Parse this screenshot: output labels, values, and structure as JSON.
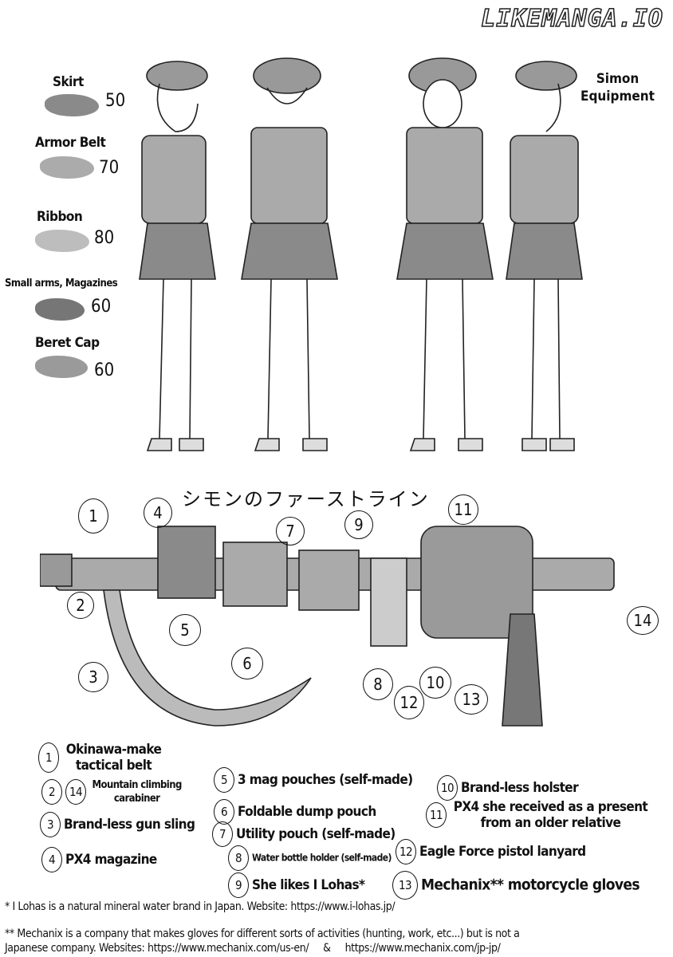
{
  "watermark": "LIKEMANGA.IO",
  "header": {
    "title_line1": "Simon",
    "title_line2": "Equipment"
  },
  "swatches": [
    {
      "label": "Skirt",
      "value": "50",
      "color": "#8a8a8a"
    },
    {
      "label": "Armor Belt",
      "value": "70",
      "color": "#ababab"
    },
    {
      "label": "Ribbon",
      "value": "80",
      "color": "#bdbdbd"
    },
    {
      "label": "Small arms, Magazines",
      "value": "60",
      "color": "#767676"
    },
    {
      "label": "Beret Cap",
      "value": "60",
      "color": "#9a9a9a"
    }
  ],
  "belt_title_jp": "シモンのファーストライン",
  "callouts": [
    "1",
    "2",
    "3",
    "4",
    "5",
    "6",
    "7",
    "8",
    "9",
    "10",
    "11",
    "12",
    "13",
    "14"
  ],
  "legend": [
    {
      "num": "1",
      "text": "Okinawa-make",
      "text2": "tactical belt"
    },
    {
      "num": "2",
      "num2": "14",
      "text": "Mountain climbing",
      "text2": "carabiner"
    },
    {
      "num": "3",
      "text": "Brand-less gun sling"
    },
    {
      "num": "4",
      "text": "PX4 magazine"
    },
    {
      "num": "5",
      "text": "3 mag pouches (self-made)"
    },
    {
      "num": "6",
      "text": "Foldable dump pouch"
    },
    {
      "num": "7",
      "text": "Utility pouch (self-made)"
    },
    {
      "num": "8",
      "text": "Water bottle holder (self-made)"
    },
    {
      "num": "9",
      "text": "She likes I Lohas*"
    },
    {
      "num": "10",
      "text": "Brand-less holster"
    },
    {
      "num": "11",
      "text": "PX4 she received as a present",
      "text2": "from an older relative"
    },
    {
      "num": "12",
      "text": "Eagle Force pistol lanyard"
    },
    {
      "num": "13",
      "text": "Mechanix** motorcycle gloves"
    }
  ],
  "footnotes": [
    "* I Lohas is a natural mineral water brand in Japan. Website: https://www.i-lohas.jp/",
    "** Mechanix is a company that makes gloves for different sorts of activities (hunting, work, etc...) but is not a",
    "Japanese company. Websites: https://www.mechanix.com/us-en/     &     https://www.mechanix.com/jp-jp/"
  ]
}
